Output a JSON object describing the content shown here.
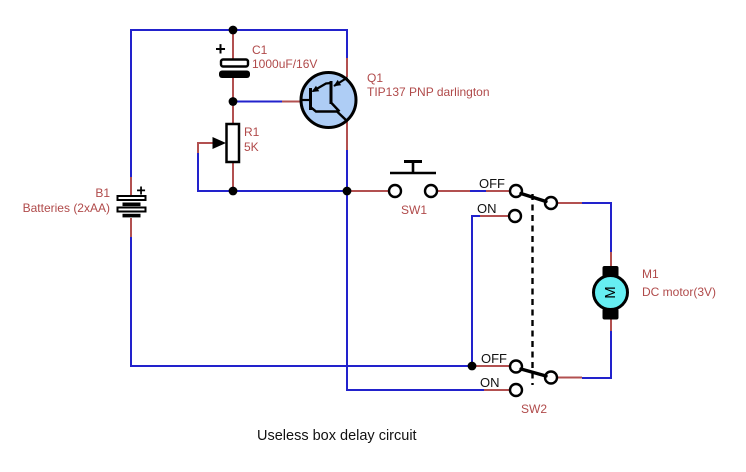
{
  "title": "Useless box delay circuit",
  "colors": {
    "background": "#ffffff",
    "wire": "#2222cc",
    "pin": "#b25050",
    "label": "#b04a4a",
    "text": "#111111",
    "transistor_fill": "#aecdf5",
    "motor_fill": "#66eef2"
  },
  "components": {
    "battery": {
      "ref": "B1",
      "value": "Batteries (2xAA)",
      "polarity": "+"
    },
    "capacitor": {
      "ref": "C1",
      "value": "1000uF/16V",
      "polarity": "+"
    },
    "potentiometer": {
      "ref": "R1",
      "value": "5K"
    },
    "transistor": {
      "ref": "Q1",
      "value": "TIP137 PNP darlington"
    },
    "pushbutton": {
      "ref": "SW1"
    },
    "slide_switch": {
      "ref": "SW2"
    },
    "motor": {
      "ref": "M1",
      "value": "DC motor(3V)",
      "symbol_letter": "M"
    }
  },
  "switch_upper": {
    "off": "OFF",
    "on": "ON"
  },
  "switch_lower": {
    "off": "OFF",
    "on": "ON"
  }
}
